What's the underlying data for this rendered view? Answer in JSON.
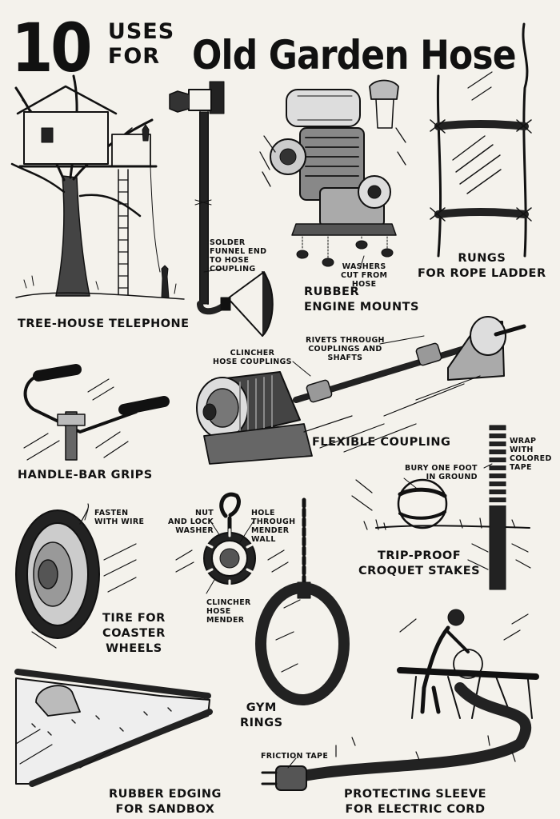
{
  "title": {
    "number": "10",
    "uses_for": "USES FOR",
    "main": "Old Garden Hose"
  },
  "items": {
    "tree_house_telephone": {
      "caption": "TREE-HOUSE TELEPHONE",
      "note_line1": "SOLDER",
      "note_line2": "FUNNEL END",
      "note_line3": "TO HOSE",
      "note_line4": "COUPLING"
    },
    "engine_mounts": {
      "caption_line1": "RUBBER",
      "caption_line2": "ENGINE MOUNTS",
      "note_line1": "WASHERS",
      "note_line2": "CUT FROM",
      "note_line3": "HOSE"
    },
    "rope_ladder": {
      "caption_line1": "RUNGS",
      "caption_line2": "FOR ROPE LADDER"
    },
    "flexible_coupling": {
      "caption": "FLEXIBLE COUPLING",
      "note1_line1": "CLINCHER",
      "note1_line2": "HOSE COUPLINGS",
      "note2_line1": "RIVETS THROUGH",
      "note2_line2": "COUPLINGS AND",
      "note2_line3": "SHAFTS"
    },
    "handle_bar_grips": {
      "caption": "HANDLE-BAR GRIPS"
    },
    "croquet_stakes": {
      "caption_line1": "TRIP-PROOF",
      "caption_line2": "CROQUET STAKES",
      "note1_line1": "BURY ONE FOOT",
      "note1_line2": "IN GROUND",
      "note2_line1": "WRAP",
      "note2_line2": "WITH",
      "note2_line3": "COLORED",
      "note2_line4": "TAPE"
    },
    "coaster_wheels": {
      "caption_line1": "TIRE FOR",
      "caption_line2": "COASTER",
      "caption_line3": "WHEELS",
      "note_line1": "FASTEN",
      "note_line2": "WITH WIRE"
    },
    "gym_rings": {
      "caption_line1": "GYM",
      "caption_line2": "RINGS",
      "note1_line1": "NUT",
      "note1_line2": "AND LOCK",
      "note1_line3": "WASHER",
      "note2_line1": "HOLE",
      "note2_line2": "THROUGH",
      "note2_line3": "MENDER",
      "note2_line4": "WALL",
      "note3_line1": "CLINCHER",
      "note3_line2": "HOSE",
      "note3_line3": "MENDER"
    },
    "sandbox_edging": {
      "caption_line1": "RUBBER EDGING",
      "caption_line2": "FOR SANDBOX"
    },
    "electric_cord": {
      "caption_line1": "PROTECTING SLEEVE",
      "caption_line2": "FOR ELECTRIC CORD",
      "note": "FRICTION TAPE"
    }
  }
}
